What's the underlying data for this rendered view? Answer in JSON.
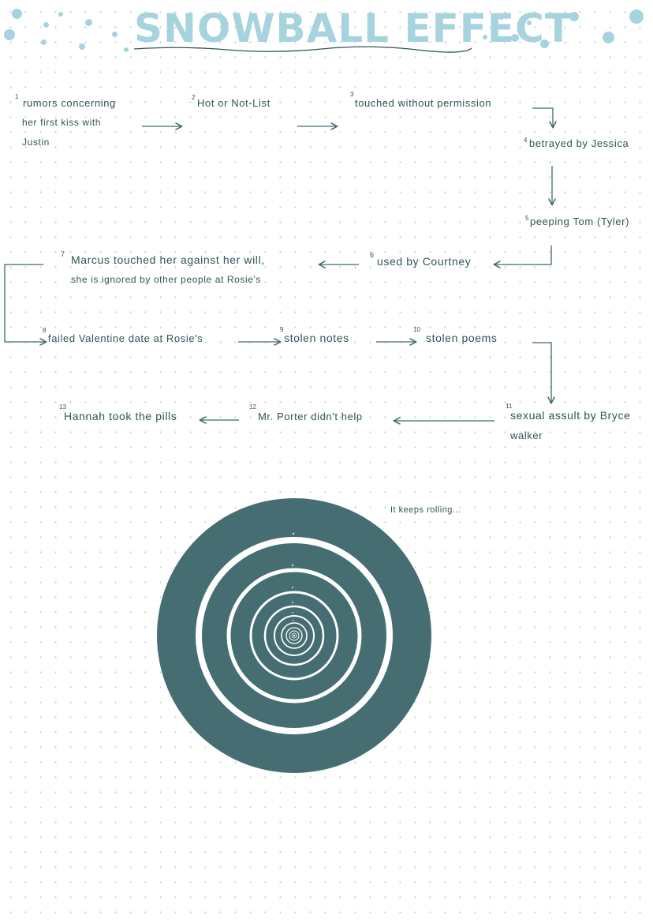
{
  "title": "SNOWBALL EFFECT",
  "colors": {
    "title": "#a6d3de",
    "text": "#2f5559",
    "arrow": "#3f6a6e",
    "circle": "#466e72",
    "ring": "#ffffff"
  },
  "nodes": [
    {
      "num": "1",
      "text": "rumors concerning",
      "line2": "her first kiss with",
      "line3": "Justin"
    },
    {
      "num": "2",
      "text": "Hot or Not-List"
    },
    {
      "num": "3",
      "text": "touched without permission"
    },
    {
      "num": "4",
      "text": "betrayed by Jessica"
    },
    {
      "num": "5",
      "text": "peeping Tom (Tyler)"
    },
    {
      "num": "6",
      "text": "used by Courtney"
    },
    {
      "num": "7",
      "text": "Marcus touched her against her will,",
      "line2": "she is ignored by other people at Rosie's"
    },
    {
      "num": "8",
      "text": "failed Valentine date at Rosie's"
    },
    {
      "num": "9",
      "text": "stolen notes"
    },
    {
      "num": "10",
      "text": "stolen poems"
    },
    {
      "num": "11",
      "text": "sexual assult by Bryce",
      "line2": "walker"
    },
    {
      "num": "12",
      "text": "Mr. Porter didn't help"
    },
    {
      "num": "13",
      "text": "Hannah took the pills"
    }
  ],
  "note": "It keeps rolling..."
}
